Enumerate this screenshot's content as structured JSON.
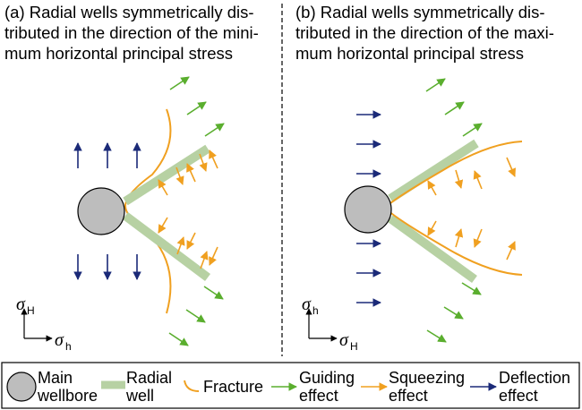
{
  "panels": {
    "a": {
      "caption": "(a) Radial wells symmetrically dis-\ntributed in the direction of the mini-\nmum horizontal principal stress",
      "axis_vertical": "σ",
      "axis_vertical_sub": "H",
      "axis_horizontal": "σ",
      "axis_horizontal_sub": "h"
    },
    "b": {
      "caption": "(b) Radial wells symmetrically dis-\ntributed in the direction of the maxi-\nmum horizontal principal stress",
      "axis_vertical": "σ",
      "axis_vertical_sub": "h",
      "axis_horizontal": "σ",
      "axis_horizontal_sub": "H"
    }
  },
  "legend": {
    "main_wellbore": "Main\nwellbore",
    "radial_well": "Radial\nwell",
    "fracture": "Fracture",
    "guiding": "Guiding\neffect",
    "squeezing": "Squeezing\neffect",
    "deflection": "Deflection\neffect"
  },
  "colors": {
    "wellbore_fill": "#bdbdbd",
    "radial_well": "#b7d1a3",
    "fracture": "#f0a020",
    "guiding": "#5aae2e",
    "squeezing": "#f0a020",
    "deflection": "#1b2a78",
    "divider": "#000000"
  }
}
